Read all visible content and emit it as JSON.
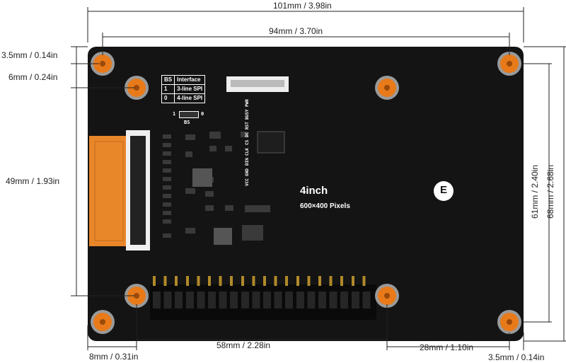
{
  "dimensions": {
    "total_width": "101mm / 3.98in",
    "hole_spacing_width": "94mm / 3.70in",
    "top_offset_small": "3.5mm / 0.14in",
    "top_offset_inner": "6mm / 0.24in",
    "left_height": "49mm / 1.93in",
    "bottom_left_offset": "8mm / 0.31in",
    "header_span": "58mm / 2.28in",
    "bottom_right_span": "28mm / 1.10in",
    "bottom_right_offset": "3.5mm / 0.14in",
    "right_inner_height": "61mm / 2.40in",
    "right_total_height": "68mm / 2.68in"
  },
  "board": {
    "title": "4inch",
    "subtitle": "600×400 Pixels",
    "badge": "E",
    "bs_label": "BS",
    "bs_one": "1",
    "bs_zero": "0",
    "table": {
      "headers": [
        "BS",
        "Interface"
      ],
      "rows": [
        [
          "1",
          "3-line SPI"
        ],
        [
          "0",
          "4-line SPI"
        ]
      ]
    },
    "pin_labels": [
      "VCC",
      "GND",
      "DIN",
      "CLK",
      "CS",
      "DC",
      "RST",
      "BUSY",
      "PWR"
    ]
  },
  "colors": {
    "pcb": "#141414",
    "standoff": "#e87a1a",
    "flex_cable": "#e8862a"
  }
}
